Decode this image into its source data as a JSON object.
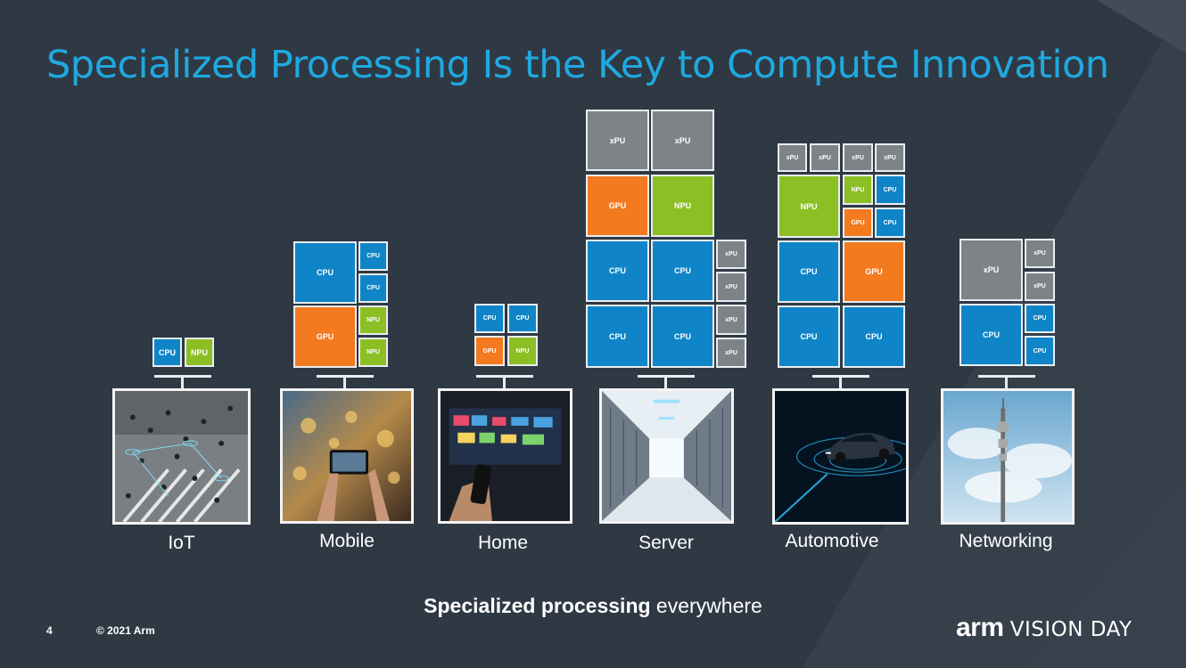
{
  "slide": {
    "title": "Specialized Processing Is the Key to Compute Innovation",
    "tagline_bold": "Specialized processing",
    "tagline_rest": " everywhere",
    "page_number": "4",
    "copyright": "© 2021 Arm",
    "brand_logo": "arm",
    "brand_event": "VISION DAY"
  },
  "colors": {
    "cpu": "#0f85c8",
    "gpu": "#f47a20",
    "npu": "#8cbf24",
    "xpu": "#7e8388",
    "title": "#1fa9e0",
    "background": "#2f3944"
  },
  "chip_labels": {
    "cpu": "CPU",
    "gpu": "GPU",
    "npu": "NPU",
    "xpu": "xPU"
  },
  "segments": [
    {
      "id": "iot",
      "label": "IoT",
      "icon": "crowd-photo"
    },
    {
      "id": "mobile",
      "label": "Mobile",
      "icon": "smartphone-photo"
    },
    {
      "id": "home",
      "label": "Home",
      "icon": "tv-remote-photo"
    },
    {
      "id": "server",
      "label": "Server",
      "icon": "datacenter-photo"
    },
    {
      "id": "automotive",
      "label": "Automotive",
      "icon": "car-photo"
    },
    {
      "id": "networking",
      "label": "Networking",
      "icon": "cell-tower-photo"
    }
  ]
}
